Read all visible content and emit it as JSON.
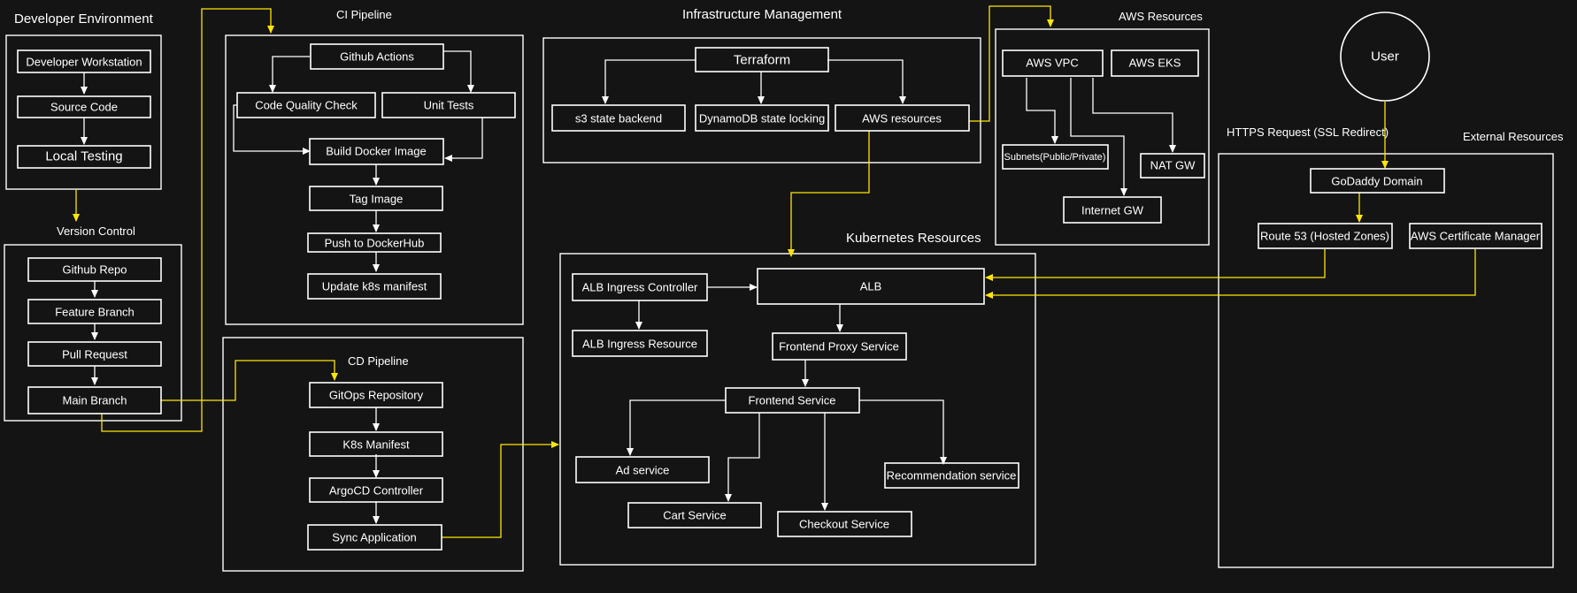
{
  "colors": {
    "background": "#141414",
    "stroke": "#ffffff",
    "accent_arrow": "#ffe600"
  },
  "groups": {
    "developer_environment": "Developer Environment",
    "version_control": "Version Control",
    "ci_pipeline": "CI Pipeline",
    "cd_pipeline": "CD Pipeline",
    "infrastructure_management": "Infrastructure Management",
    "aws_resources": "AWS Resources",
    "kubernetes_resources": "Kubernetes Resources",
    "external_resources": "External Resources"
  },
  "nodes": {
    "developer_workstation": "Developer Workstation",
    "source_code": "Source Code",
    "local_testing": "Local Testing",
    "github_repo": "Github Repo",
    "feature_branch": "Feature Branch",
    "pull_request": "Pull Request",
    "main_branch": "Main Branch",
    "github_actions": "Github Actions",
    "code_quality_check": "Code Quality Check",
    "unit_tests": "Unit Tests",
    "build_docker_image": "Build Docker Image",
    "tag_image": "Tag Image",
    "push_to_dockerhub": "Push to DockerHub",
    "update_k8s_manifest": "Update k8s manifest",
    "gitops_repository": "GitOps Repository",
    "k8s_manifest": "K8s Manifest",
    "argocd_controller": "ArgoCD Controller",
    "sync_application": "Sync Application",
    "terraform": "Terraform",
    "s3_state_backend": "s3 state backend",
    "dynamodb_state_locking": "DynamoDB state locking",
    "aws_resources_node": "AWS resources",
    "aws_vpc": "AWS VPC",
    "aws_eks": "AWS EKS",
    "subnets": "Subnets(Public/Private)",
    "nat_gw": "NAT GW",
    "internet_gw": "Internet GW",
    "alb_ingress_controller": "ALB Ingress Controller",
    "alb": "ALB",
    "alb_ingress_resource": "ALB Ingress Resource",
    "frontend_proxy_service": "Frontend Proxy Service",
    "frontend_service": "Frontend Service",
    "ad_service": "Ad service",
    "cart_service": "Cart Service",
    "checkout_service": "Checkout Service",
    "recommendation_service": "Recommendation service",
    "user": "User",
    "https_request": "HTTPS Request (SSL Redirect)",
    "godaddy_domain": "GoDaddy Domain",
    "route53": "Route 53 (Hosted Zones)",
    "aws_certificate_manager": "AWS Certificate Manager"
  }
}
